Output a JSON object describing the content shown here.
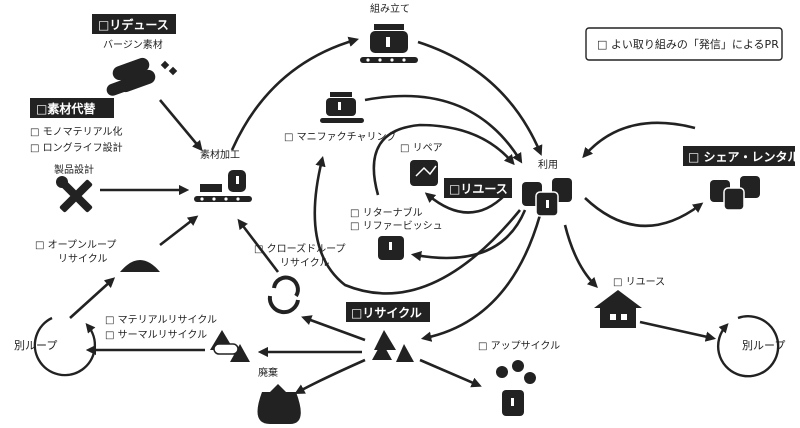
{
  "labels": {
    "pr_box": "□ よい取り組みの「発信」によるPR",
    "assembly": "組み立て",
    "reduce": "□リデュース",
    "virgin": "バージン素材",
    "material_replace": "□素材代替",
    "mono_material": "□ モノマテリアル化",
    "long_life": "□ ロングライフ設計",
    "product_design": "製品設計",
    "material_process": "素材加工",
    "manufacturing": "□ マニファクチャリング",
    "repair": "□ リペア",
    "reuse_main": "□リユース",
    "use": "利用",
    "returnable": "□ リターナブル",
    "refill": "□ リファービッシュ",
    "share_rental": "□ シェア・レンタル",
    "open_loop": "□ オープンループ",
    "open_loop2": "リサイクル",
    "closed_loop": "□ クローズドループ",
    "closed_loop2": "リサイクル",
    "recycle": "□リサイクル",
    "reuse_small": "□ リユース",
    "material_recycle": "□ マテリアルリサイクル",
    "thermal_recycle": "□ サーマルリサイクル",
    "other_loop_left": "別ループ",
    "other_loop_right": "別ループ",
    "upcycle": "□ アップサイクル",
    "waste": "廃棄"
  }
}
